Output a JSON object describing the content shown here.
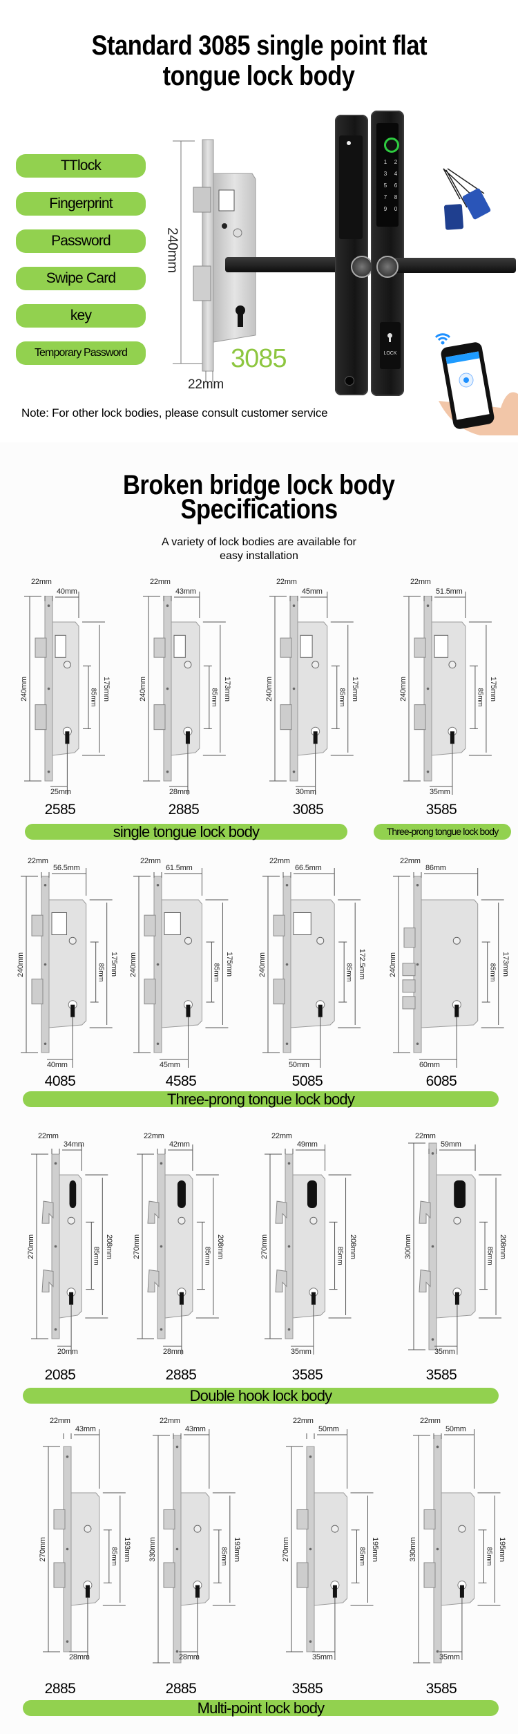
{
  "header": {
    "title_line1": "Standard 3085 single point flat",
    "title_line2": "tongue lock body"
  },
  "features": [
    "TTlock",
    "Fingerprint",
    "Password",
    "Swipe Card",
    "key",
    "Temporary Password"
  ],
  "hero": {
    "height_label": "240mm",
    "width_label": "22mm",
    "model": "3085",
    "keypad": [
      "1",
      "2",
      "3",
      "4",
      "5",
      "6",
      "7",
      "8",
      "9",
      "0"
    ],
    "lock_label": "LOCK"
  },
  "note": "Note: For other lock bodies, please consult customer service",
  "specs": {
    "title_line1": "Broken bridge lock body",
    "title_line2": "Specifications",
    "subtitle_line1": "A variety of lock bodies are available for",
    "subtitle_line2": "easy installation"
  },
  "rows": [
    {
      "items": [
        {
          "model": "2585",
          "face": "22mm",
          "width": "40mm",
          "height": "240mm",
          "case": "175mm",
          "center": "85mm",
          "backset": "25mm"
        },
        {
          "model": "2885",
          "face": "22mm",
          "width": "43mm",
          "height": "240mm",
          "case": "173mm",
          "center": "85mm",
          "backset": "28mm"
        },
        {
          "model": "3085",
          "face": "22mm",
          "width": "45mm",
          "height": "240mm",
          "case": "175mm",
          "center": "85mm",
          "backset": "30mm"
        },
        {
          "model": "3585",
          "face": "22mm",
          "width": "51.5mm",
          "height": "240mm",
          "case": "175mm",
          "center": "85mm",
          "backset": "35mm"
        }
      ],
      "bars": [
        "single tongue lock body",
        "Three-prong tongue lock body"
      ]
    },
    {
      "items": [
        {
          "model": "4085",
          "face": "22mm",
          "width": "56.5mm",
          "height": "240mm",
          "case": "175mm",
          "center": "85mm",
          "backset": "40mm"
        },
        {
          "model": "4585",
          "face": "22mm",
          "width": "61.5mm",
          "height": "240mm",
          "case": "175mm",
          "center": "85mm",
          "backset": "45mm"
        },
        {
          "model": "5085",
          "face": "22mm",
          "width": "66.5mm",
          "height": "240mm",
          "case": "172.5mm",
          "center": "85mm",
          "backset": "50mm"
        },
        {
          "model": "6085",
          "face": "22mm",
          "width": "86mm",
          "height": "240mm",
          "case": "173mm",
          "center": "85mm",
          "backset": "60mm"
        }
      ],
      "bars": [
        "Three-prong tongue lock body"
      ]
    },
    {
      "items": [
        {
          "model": "2085",
          "face": "22mm",
          "width": "34mm",
          "height": "270mm",
          "case": "208mm",
          "center": "85mm",
          "backset": "20mm"
        },
        {
          "model": "2885",
          "face": "22mm",
          "width": "42mm",
          "height": "270mm",
          "case": "208mm",
          "center": "85mm",
          "backset": "28mm"
        },
        {
          "model": "3585",
          "face": "22mm",
          "width": "49mm",
          "height": "270mm",
          "case": "208mm",
          "center": "85mm",
          "backset": "35mm"
        },
        {
          "model": "3585",
          "face": "22mm",
          "width": "59mm",
          "height": "300mm",
          "case": "208mm",
          "center": "85mm",
          "backset": "35mm"
        }
      ],
      "bars": [
        "Double hook lock body"
      ]
    },
    {
      "items": [
        {
          "model": "2885",
          "face": "22mm",
          "width": "43mm",
          "height": "270mm",
          "case": "193mm",
          "center": "85mm",
          "backset": "28mm"
        },
        {
          "model": "2885",
          "face": "22mm",
          "width": "43mm",
          "height": "330mm",
          "case": "193mm",
          "center": "85mm",
          "backset": "28mm"
        },
        {
          "model": "3585",
          "face": "22mm",
          "width": "50mm",
          "height": "270mm",
          "case": "195mm",
          "center": "85mm",
          "backset": "35mm"
        },
        {
          "model": "3585",
          "face": "22mm",
          "width": "50mm",
          "height": "330mm",
          "case": "195mm",
          "center": "85mm",
          "backset": "35mm"
        }
      ],
      "bars": [
        "Multi-point lock body"
      ]
    }
  ],
  "colors": {
    "accent": "#92d14f",
    "model_green": "#8dc63f",
    "fingerprint_ring": "#2ecc40",
    "card_blue": "#1f3f8f"
  }
}
